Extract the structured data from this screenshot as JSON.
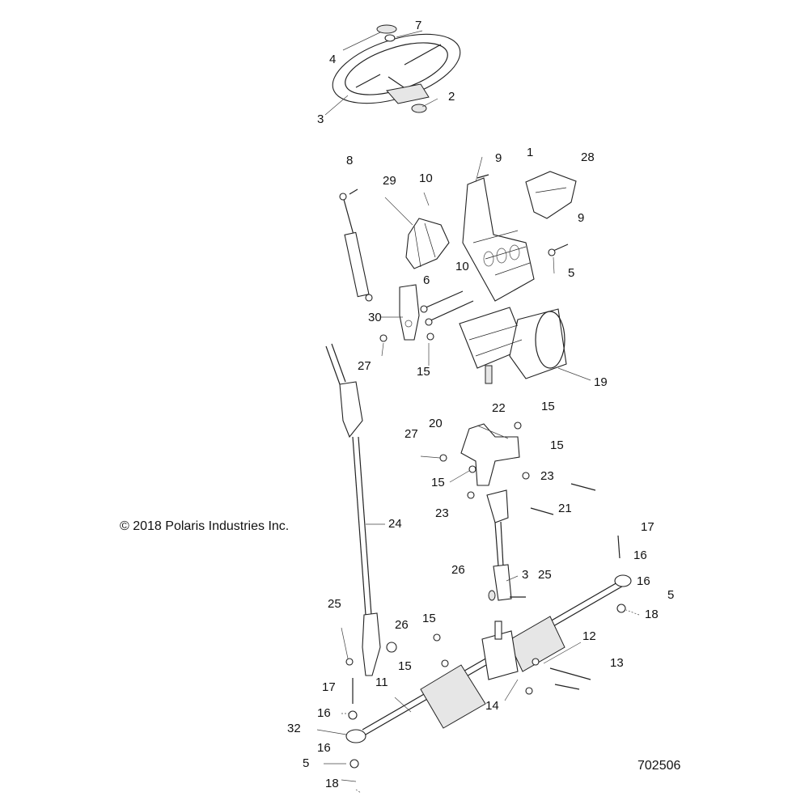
{
  "copyright": "© 2018 Polaris Industries Inc.",
  "diagram_id": "702506",
  "callouts": {
    "c1": "1",
    "c2": "2",
    "c3": "3",
    "c4": "4",
    "c5a": "5",
    "c5b": "5",
    "c5c": "5",
    "c6": "6",
    "c7": "7",
    "c8": "8",
    "c9a": "9",
    "c9b": "9",
    "c10a": "10",
    "c10b": "10",
    "c11": "11",
    "c12": "12",
    "c13": "13",
    "c14": "14",
    "c15a": "15",
    "c15b": "15",
    "c15c": "15",
    "c15d": "15",
    "c15e": "15",
    "c15f": "15",
    "c16a": "16",
    "c16b": "16",
    "c16c": "16",
    "c16d": "16",
    "c17a": "17",
    "c17b": "17",
    "c18a": "18",
    "c18b": "18",
    "c19": "19",
    "c20": "20",
    "c21": "21",
    "c22": "22",
    "c23a": "23",
    "c23b": "23",
    "c24": "24",
    "c25a": "25",
    "c25b": "25",
    "c26a": "26",
    "c26b": "26",
    "c27a": "27",
    "c27b": "27",
    "c28": "28",
    "c29": "29",
    "c30": "30",
    "c3b": "3",
    "c32": "32"
  }
}
